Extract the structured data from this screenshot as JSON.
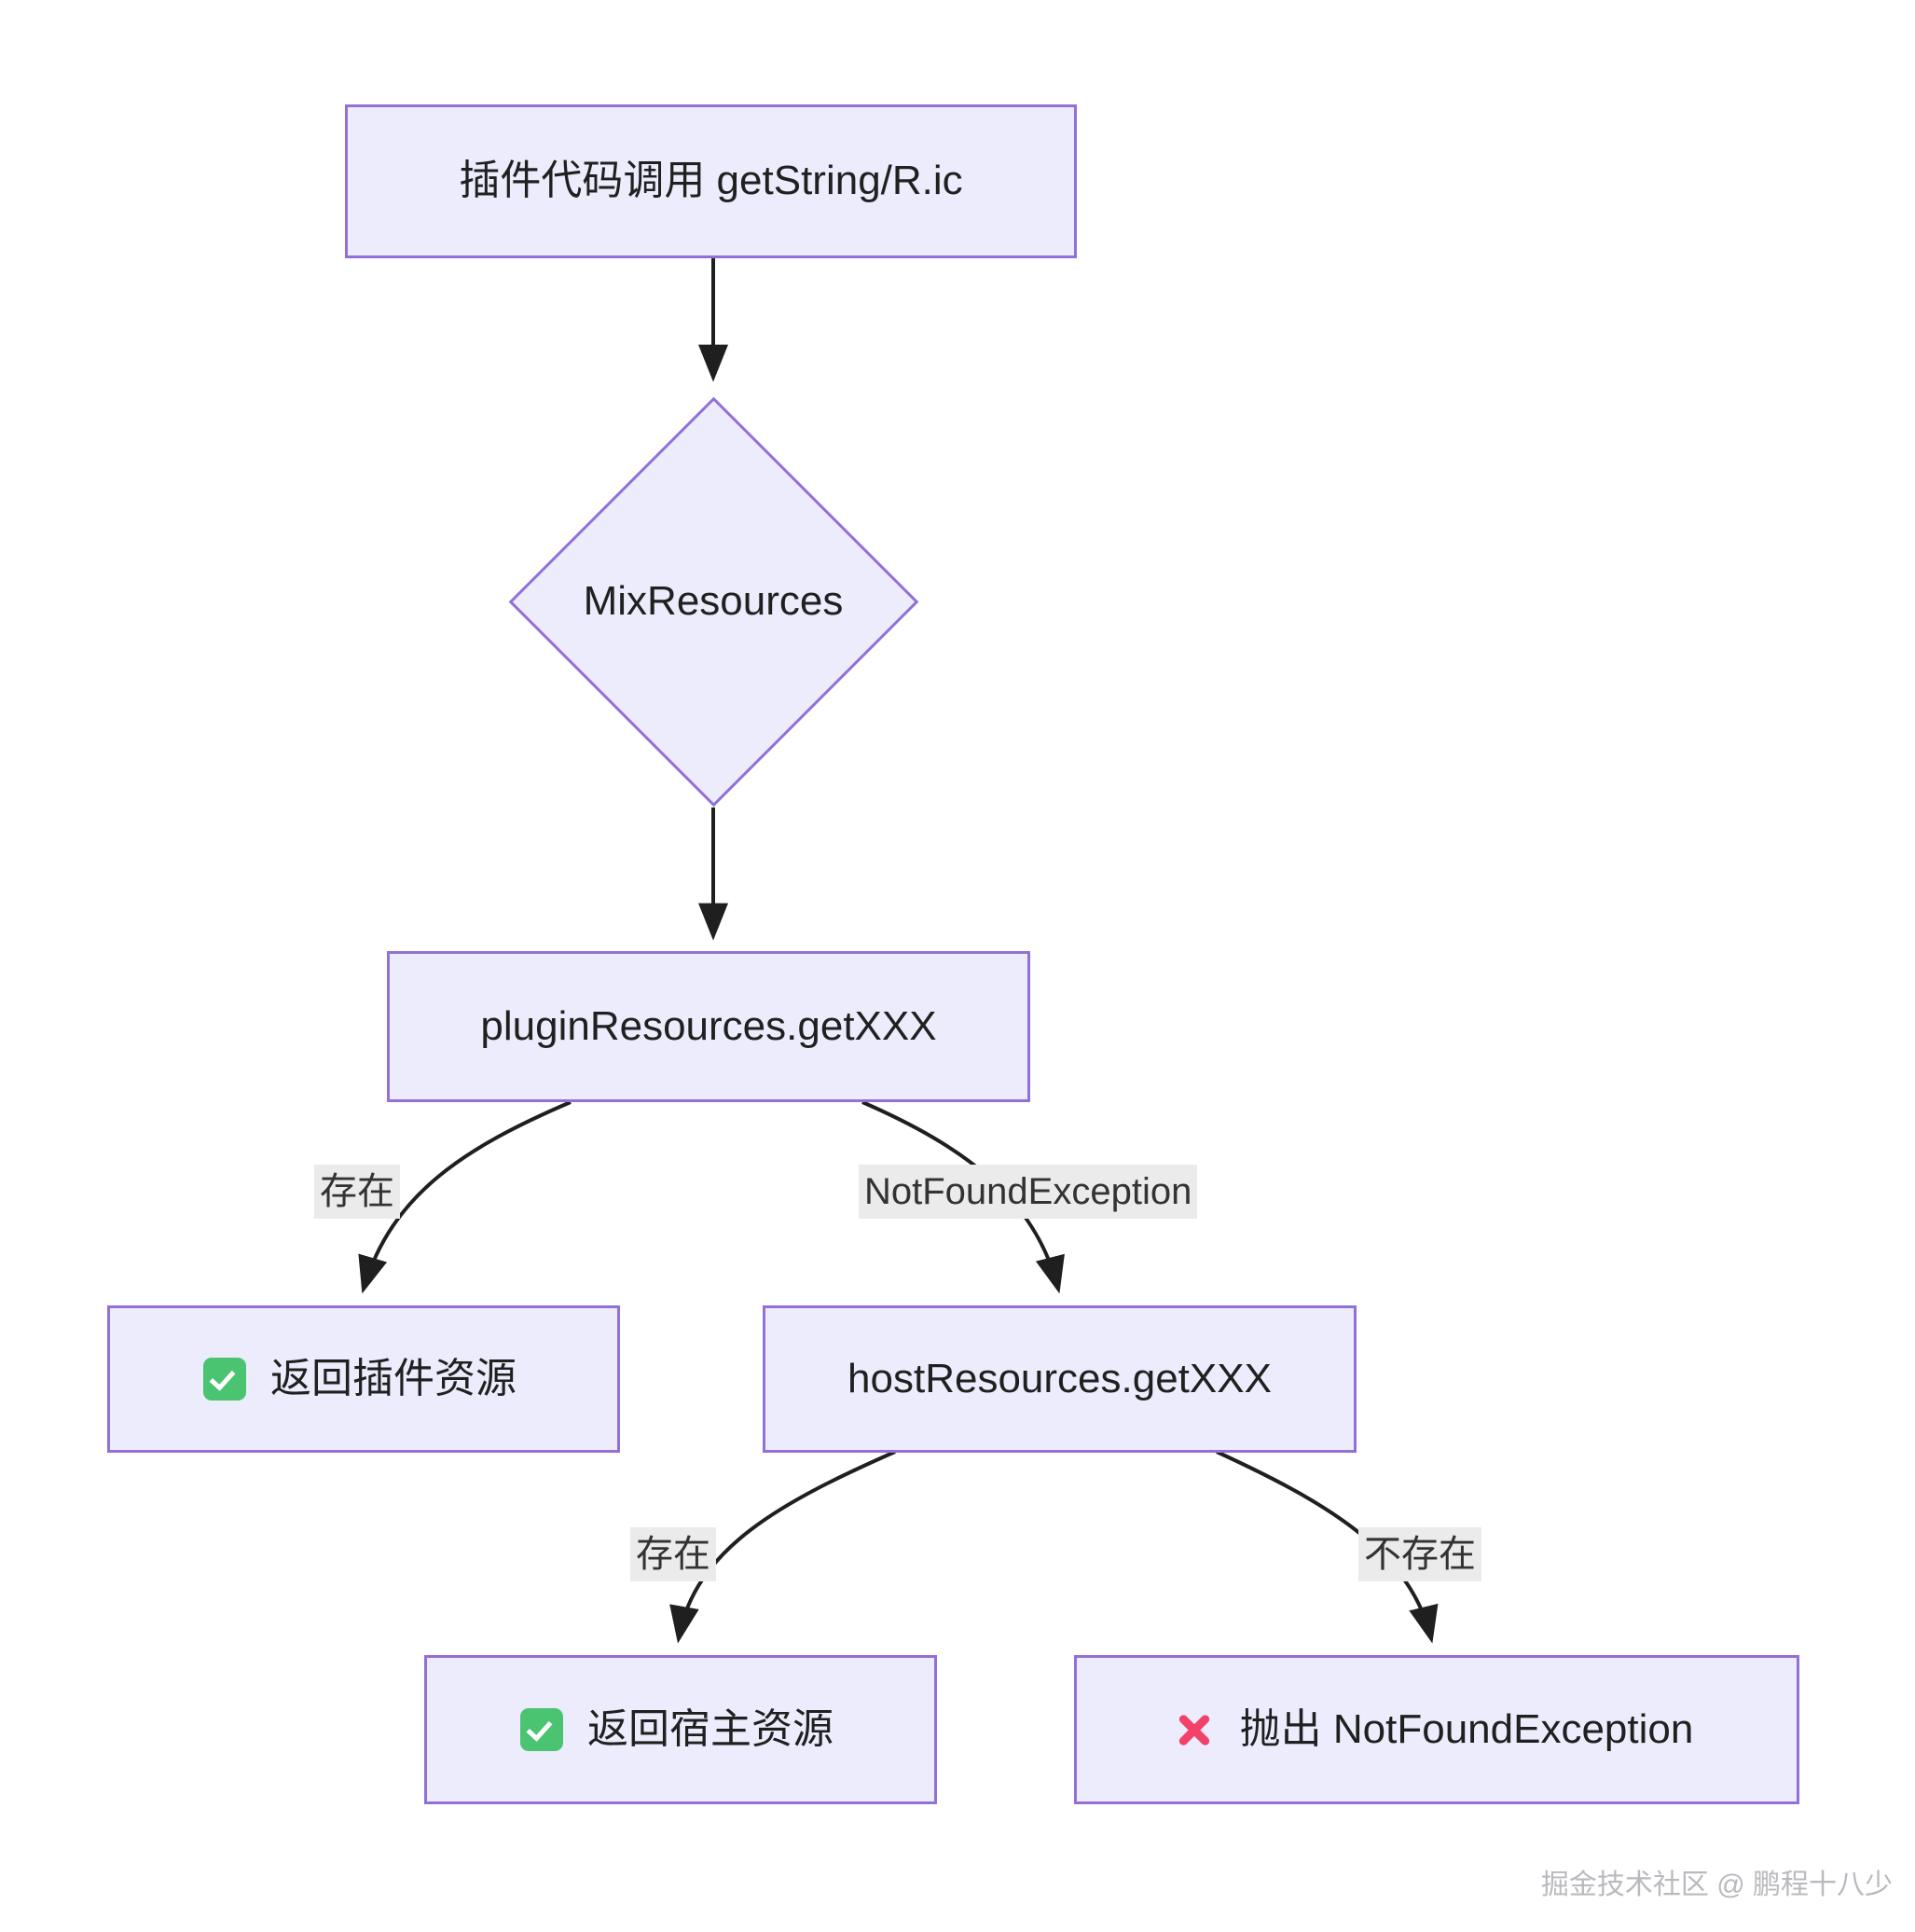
{
  "diagram": {
    "type": "flowchart",
    "direction": "top-down",
    "theme": {
      "node_fill": "#ececfc",
      "node_border": "#9370d8",
      "node_text": "#1f2020",
      "edge_stroke": "#1f1f1f",
      "edge_label_bg": "#ebebeb",
      "edge_label_text": "#333333",
      "success_icon_color": "#4ac471",
      "error_icon_color": "#f2426a",
      "background": "#ffffff"
    },
    "nodes": [
      {
        "id": "entry",
        "shape": "rect",
        "label": "插件代码调用 getString/R.ic",
        "icon": null
      },
      {
        "id": "mixresources",
        "shape": "diamond",
        "label": "MixResources",
        "icon": null
      },
      {
        "id": "plugin_get",
        "shape": "rect",
        "label": "pluginResources.getXXX",
        "icon": null
      },
      {
        "id": "return_plugin",
        "shape": "rect",
        "label": "返回插件资源",
        "icon": "green-check-icon"
      },
      {
        "id": "host_get",
        "shape": "rect",
        "label": "hostResources.getXXX",
        "icon": null
      },
      {
        "id": "return_host",
        "shape": "rect",
        "label": "返回宿主资源",
        "icon": "green-check-icon"
      },
      {
        "id": "throw_exception",
        "shape": "rect",
        "label": "抛出 NotFoundException",
        "icon": "red-cross-icon"
      }
    ],
    "edges": [
      {
        "from": "entry",
        "to": "mixresources",
        "label": ""
      },
      {
        "from": "mixresources",
        "to": "plugin_get",
        "label": ""
      },
      {
        "from": "plugin_get",
        "to": "return_plugin",
        "label": "存在"
      },
      {
        "from": "plugin_get",
        "to": "host_get",
        "label": "NotFoundException"
      },
      {
        "from": "host_get",
        "to": "return_host",
        "label": "存在"
      },
      {
        "from": "host_get",
        "to": "throw_exception",
        "label": "不存在"
      }
    ]
  },
  "watermark": {
    "text": "掘金技术社区 @ 鹏程十八少"
  }
}
